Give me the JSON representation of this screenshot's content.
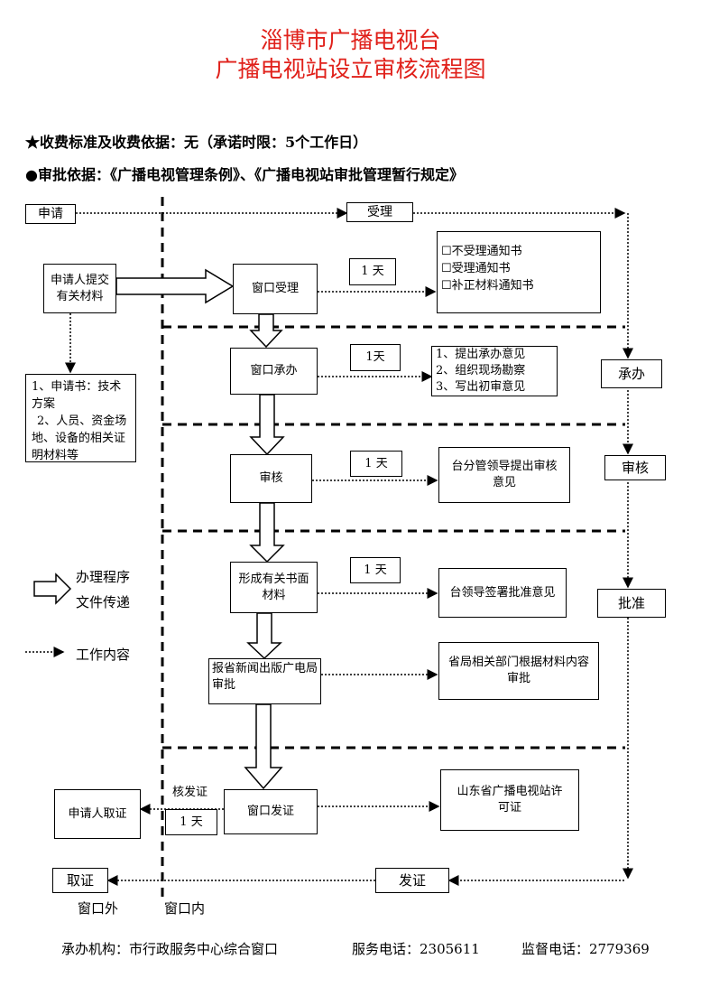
{
  "header": {
    "title_line1": "淄博市广播电视台",
    "title_line2": "广播电视站设立审核流程图"
  },
  "info": {
    "fee": "★收费标准及收费依据：无（承诺时限：5个工作日）",
    "basis": "●审批依据：《广播电视管理条例》、《广播电视站审批管理暂行规定》"
  },
  "stages": {
    "apply": "申请",
    "accept": "受理",
    "undertake": "承办",
    "review": "审核",
    "approve": "批准",
    "issue": "发证",
    "collect": "取证"
  },
  "flow": {
    "applicant_submit": "申请人提交有关材料",
    "materials": [
      "1、申请书：技术方案",
      "2、人员、资金场地、设备的相关证明材料等"
    ],
    "window_accept": "窗口受理",
    "notices": [
      "☐不受理通知书",
      "☐受理通知书",
      "☐补正材料通知书"
    ],
    "window_undertake": "窗口承办",
    "undertake_items": [
      "1、提出承办意见",
      "2、组织现场勘察",
      "3、写出初审意见"
    ],
    "review_box": "审核",
    "review_note": "台分管领导提出审核意见",
    "form_docs": "形成有关书面材料",
    "leader_sign": "台领导签署批准意见",
    "report_province": "报省新闻出版广电局审批",
    "province_review": "省局相关部门根据材料内容审批",
    "window_issue": "窗口发证",
    "license": "山东省广播电视站许可证",
    "applicant_collect": "申请人取证",
    "verify_issue": "核发证",
    "days": [
      "1 天",
      "1天",
      "1 天",
      "1 天",
      "1 天"
    ]
  },
  "legend": {
    "procedure": "办理程序",
    "transfer": "文件传递",
    "work": "工作内容"
  },
  "zones": {
    "outside": "窗口外",
    "inside": "窗口内"
  },
  "footer": {
    "org": "承办机构：市行政服务中心综合窗口",
    "service_phone": "服务电话：2305611",
    "supervise_phone": "监督电话：2779369"
  }
}
